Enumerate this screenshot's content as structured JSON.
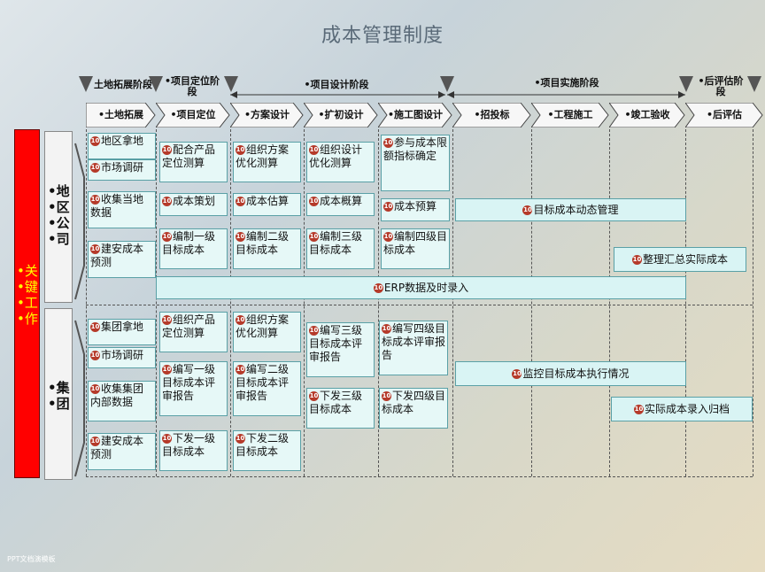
{
  "title": "成本管理制度",
  "stages": [
    {
      "label": "土地拓展阶段"
    },
    {
      "label": "•项目定位阶段"
    },
    {
      "label": "•项目设计阶段"
    },
    {
      "label": "•项目实施阶段"
    },
    {
      "label": "•后评估阶段"
    }
  ],
  "phases": [
    "•土地拓展",
    "•项目定位",
    "•方案设计",
    "•扩初设计",
    "•施工图设计",
    "•招投标",
    "•工程施工",
    "•竣工验收",
    "•后评估"
  ],
  "key_work": "•关\n•键\n•工\n•作",
  "groups": {
    "region": "•地\n•区\n•公\n•司",
    "group": "•集\n•团"
  },
  "icon_glyph": "10",
  "region_boxes": {
    "land_acquire": "地区拿地",
    "market_research": "市场调研",
    "collect_local": "收集当地数据",
    "build_estimate": "建安成本预测",
    "pos_measure": "配合产品定位测算",
    "cost_plan": "成本策划",
    "pos_budget1": "编制一级目标成本",
    "scheme_measure": "组织方案优化测算",
    "cost_estimate": "成本估算",
    "scheme_budget2": "编制二级目标成本",
    "design_measure": "组织设计优化测算",
    "cost_rough": "成本概算",
    "design_budget3": "编制三级目标成本",
    "limit_index": "参与成本限额指标确定",
    "cost_forecast": "成本预算",
    "budget4": "编制四级目标成本",
    "dynamic_mgmt": "目标成本动态管理",
    "summarize_actual": "整理汇总实际成本",
    "erp": "ERP数据及时录入"
  },
  "group_boxes": {
    "land_acquire": "集团拿地",
    "market_research": "市场调研",
    "collect_group": "收集集团内部数据",
    "build_estimate": "建安成本预测",
    "pos_measure": "组织产品定位测算",
    "review1": "编写一级目标成本评审报告",
    "issue1": "下发一级目标成本",
    "scheme_measure": "组织方案优化测算",
    "review2": "编写二级目标成本评审报告",
    "issue2": "下发二级目标成本",
    "review3": "编写三级目标成本评审报告",
    "issue3": "下发三级目标成本",
    "review4": "编写四级目标成本评审报告",
    "issue4": "下发四级目标成本",
    "monitor": "监控目标成本执行情况",
    "archive": "实际成本录入归档"
  },
  "footer": "PPT文档演模板"
}
